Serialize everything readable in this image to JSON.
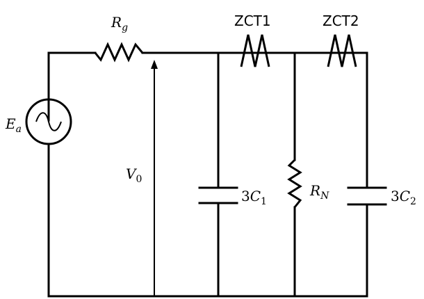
{
  "labels": {
    "rg": {
      "main": "R",
      "sub": "g"
    },
    "zct1": "ZCT1",
    "zct2": "ZCT2",
    "ea": {
      "main": "E",
      "sub": "a"
    },
    "v0": {
      "main": "V",
      "sub": "0"
    },
    "c1": {
      "coef": "3",
      "main": "C",
      "sub": "1"
    },
    "rn": {
      "main": "R",
      "sub": "N"
    },
    "c2": {
      "coef": "3",
      "main": "C",
      "sub": "2"
    }
  }
}
